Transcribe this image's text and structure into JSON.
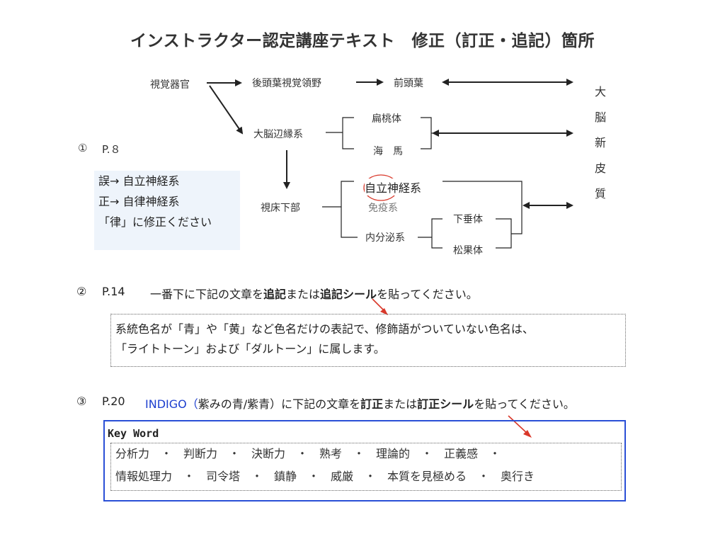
{
  "title": "インストラクター認定講座テキスト　修正（訂正・追記）箇所",
  "diagram": {
    "visual_organs": "視覚器官",
    "occipital_visual_field": "後頭葉視覚領野",
    "frontal_lobe": "前頭葉",
    "limbic_system": "大脳辺縁系",
    "amygdala": "扁桃体",
    "hippocampus": "海　馬",
    "hypothalamus": "視床下部",
    "autonomic_nervous": "自立神経系",
    "immune_system": "免疫系",
    "endocrine_system": "内分泌系",
    "pituitary": "下垂体",
    "pineal": "松果体",
    "cortex_chars": [
      "大",
      "脳",
      "新",
      "皮",
      "質"
    ]
  },
  "item1": {
    "number": "①",
    "page": "P.８",
    "wrong": "誤→ 自立神経系",
    "correct": "正→ 自律神経系",
    "instruction": "「律」に修正ください"
  },
  "item2": {
    "number": "②",
    "page": "P.14",
    "text_a": "一番下に下記の文章を",
    "text_b": "追記",
    "text_c": "または",
    "text_d": "追記シール",
    "text_e": "を貼ってください。",
    "box_line1": "系統色名が「青」や「黄」など色名だけの表記で、修飾語がついていない色名は、",
    "box_line2": "「ライトトーン」および「ダルトーン」に属します。"
  },
  "item3": {
    "number": "③",
    "page": "P.20",
    "indigo": "INDIGO（",
    "text_a": "紫みの青/紫青）に下記の文章を",
    "text_b": "訂正",
    "text_c": "または",
    "text_d": "訂正シール",
    "text_e": "を貼ってください。",
    "keyword_title": "Key Word",
    "keyword_line1": "分析力　・　判断力　・　決断力　・　熟考　・　理論的　・　正義感　・",
    "keyword_line2": "情報処理力　・　司令塔　・　鎮静　・　威厳　・　本質を見極める　・　奥行き"
  },
  "colors": {
    "accent_red": "#d9382a",
    "accent_blue": "#2a4fd6",
    "error_box_bg": "#eef4fb"
  }
}
